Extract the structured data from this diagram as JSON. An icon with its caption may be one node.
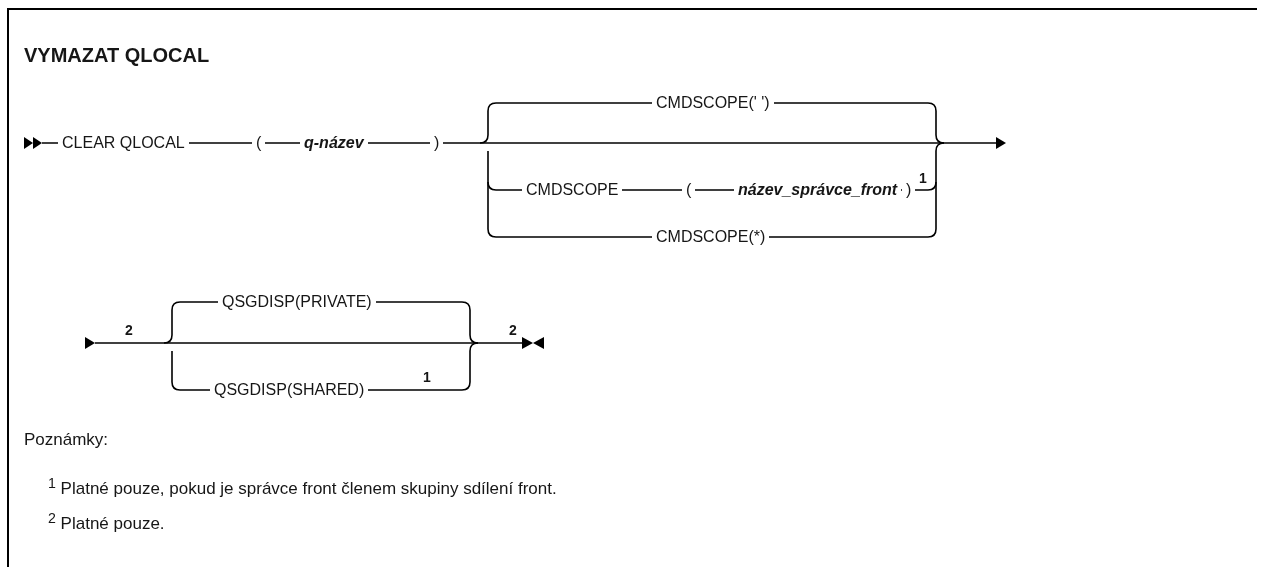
{
  "diagram": {
    "title": "VYMAZAT QLOCAL",
    "labels": [
      "CLEAR QLOCAL",
      "(",
      "q-název",
      ")",
      "CMDSCOPE(' ')",
      "CMDSCOPE",
      "(",
      "název_správce_front",
      ")",
      "1",
      "CMDSCOPE(*)",
      "2",
      "QSGDISP(PRIVATE)",
      "QSGDISP(SHARED)",
      "1",
      "2",
      "Poznámky:",
      "$^{1}$ Platné pouze, pokud je správce front členem skupiny sdílení front.",
      "$^{2}$ Platné pouze."
    ]
  }
}
